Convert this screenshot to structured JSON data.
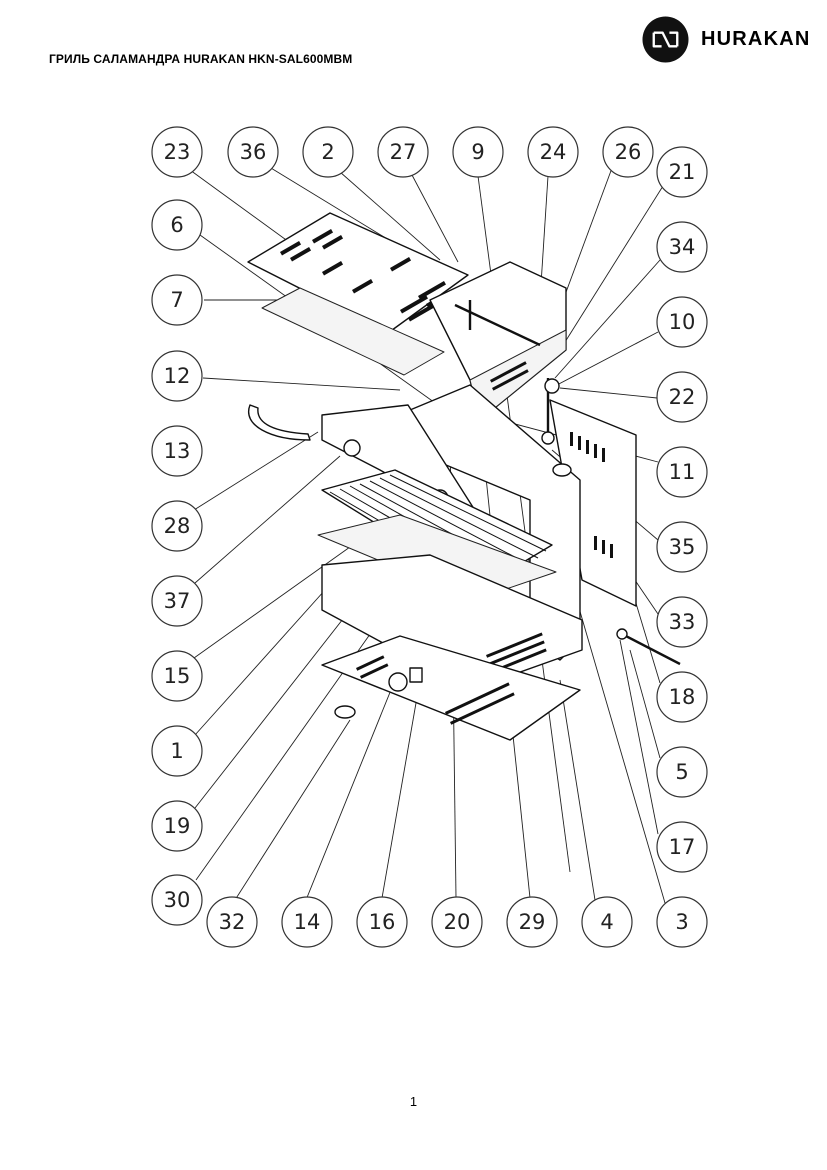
{
  "header": {
    "title": "ГРИЛЬ САЛАМАНДРА HURAKAN HKN-SAL600MBM",
    "brand": "HURAKAN",
    "brand_color": "#111111"
  },
  "callouts": {
    "c23": "23",
    "c36": "36",
    "c2": "2",
    "c27": "27",
    "c9": "9",
    "c24": "24",
    "c26": "26",
    "c21": "21",
    "c34": "34",
    "c10": "10",
    "c22": "22",
    "c11": "11",
    "c35": "35",
    "c33": "33",
    "c18": "18",
    "c5": "5",
    "c17": "17",
    "c3": "3",
    "c4": "4",
    "c29": "29",
    "c20": "20",
    "c16": "16",
    "c14": "14",
    "c32": "32",
    "c30": "30",
    "c19": "19",
    "c1": "1",
    "c15": "15",
    "c37": "37",
    "c28": "28",
    "c13": "13",
    "c12": "12",
    "c7": "7",
    "c6": "6"
  },
  "footer": {
    "page_number": "1"
  }
}
